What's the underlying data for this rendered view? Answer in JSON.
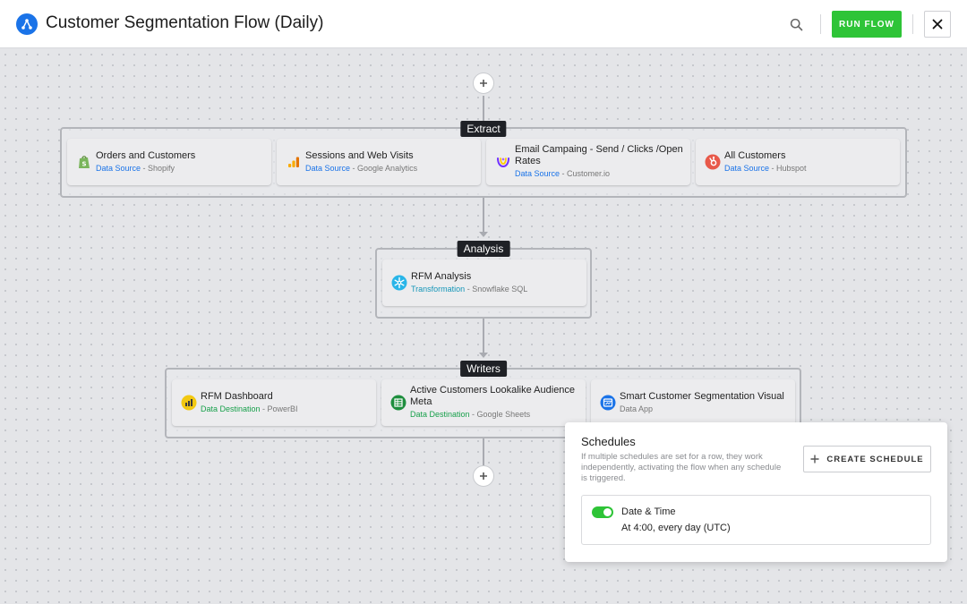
{
  "header": {
    "title": "Customer Segmentation Flow (Daily)",
    "run_label": "RUN FLOW"
  },
  "colors": {
    "primary": "#1a73e8",
    "run_green": "#2ec437",
    "label_dark": "#1f2126"
  },
  "groups": {
    "extract": {
      "label": "Extract",
      "cards": [
        {
          "title": "Orders and Customers",
          "kind": "Data Source",
          "provider": "Shopify",
          "icon": "shopify-icon"
        },
        {
          "title": "Sessions and Web Visits",
          "kind": "Data Source",
          "provider": "Google Analytics",
          "icon": "google-analytics-icon"
        },
        {
          "title": "Email Campaing - Send / Clicks /Open Rates",
          "kind": "Data Source",
          "provider": "Customer.io",
          "icon": "customerio-icon"
        },
        {
          "title": "All Customers",
          "kind": "Data Source",
          "provider": "Hubspot",
          "icon": "hubspot-icon"
        }
      ]
    },
    "analysis": {
      "label": "Analysis",
      "cards": [
        {
          "title": "RFM Analysis",
          "kind": "Transformation",
          "provider": "Snowflake SQL",
          "icon": "snowflake-icon"
        }
      ]
    },
    "writers": {
      "label": "Writers",
      "cards": [
        {
          "title": "RFM Dashboard",
          "kind": "Data Destination",
          "provider": "PowerBI",
          "icon": "powerbi-icon"
        },
        {
          "title": "Active Customers Lookalike Audience Meta",
          "kind": "Data Destination",
          "provider": "Google Sheets",
          "icon": "google-sheets-icon"
        },
        {
          "title": "Smart Customer Segmentation Visual",
          "kind": "Data App",
          "provider": "",
          "icon": "data-app-icon"
        }
      ]
    }
  },
  "schedules": {
    "title": "Schedules",
    "description": "If multiple schedules are set for a row, they work independently, activating the flow when any schedule is triggered.",
    "create_label": "CREATE SCHEDULE",
    "items": [
      {
        "name": "Date & Time",
        "time": "At 4:00, every day (UTC)",
        "enabled": true
      }
    ]
  }
}
